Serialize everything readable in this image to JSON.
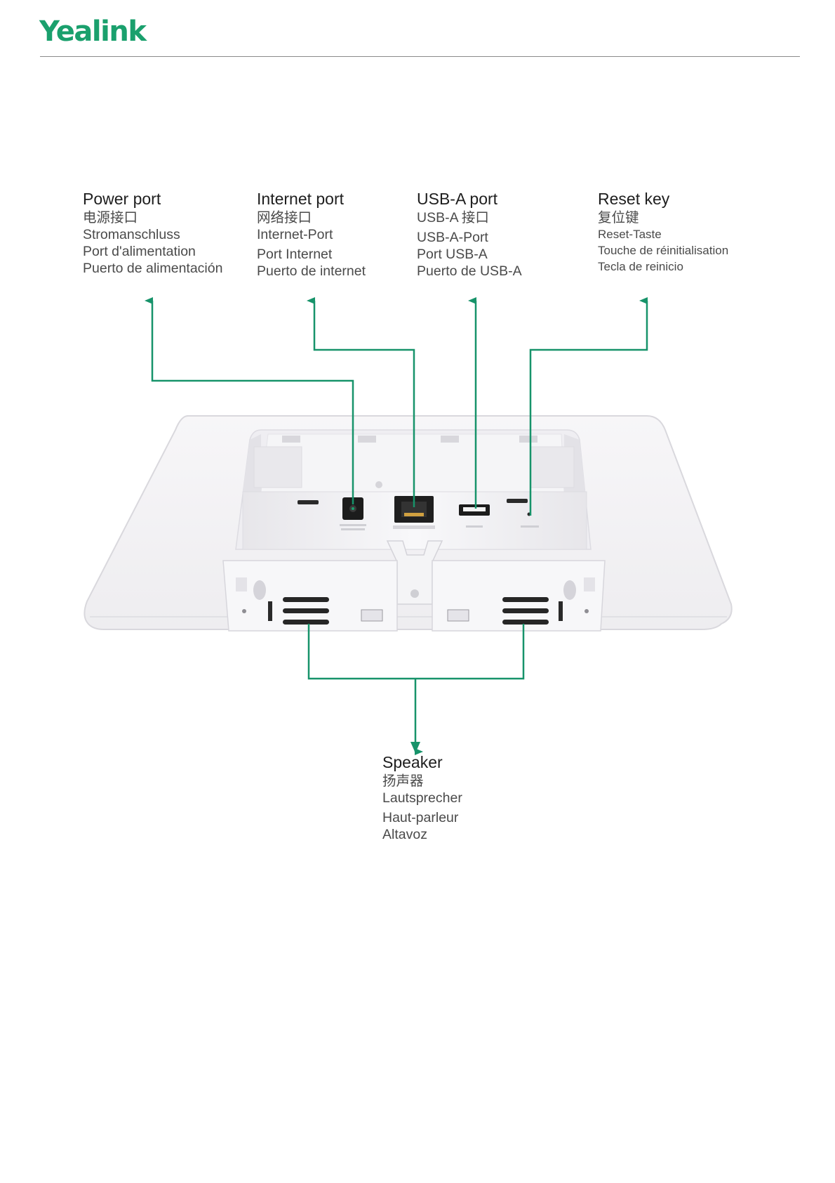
{
  "brand": {
    "logo_text": "Yealink",
    "accent": "#1aa06d",
    "arrow_color": "#17936a"
  },
  "callouts": {
    "power_port": {
      "title": "Power port",
      "lines": [
        "电源接口",
        "Stromanschluss",
        "Port d'alimentation",
        "Puerto de alimentación"
      ]
    },
    "internet_port": {
      "title": "Internet port",
      "lines": [
        "网络接口",
        "Internet-Port",
        "Port Internet",
        "Puerto de internet"
      ]
    },
    "usba_port": {
      "title": "USB-A port",
      "lines": [
        "USB-A 接口",
        "USB-A-Port",
        "Port USB-A",
        "Puerto de USB-A"
      ]
    },
    "reset_key": {
      "title": "Reset key",
      "lines": [
        "复位键",
        "Reset-Taste",
        "Touche de réinitialisation",
        "Tecla de reinicio"
      ]
    },
    "speaker": {
      "title": "Speaker",
      "lines": [
        "扬声器",
        "Lautsprecher",
        "Haut-parleur",
        "Altavoz"
      ]
    }
  }
}
